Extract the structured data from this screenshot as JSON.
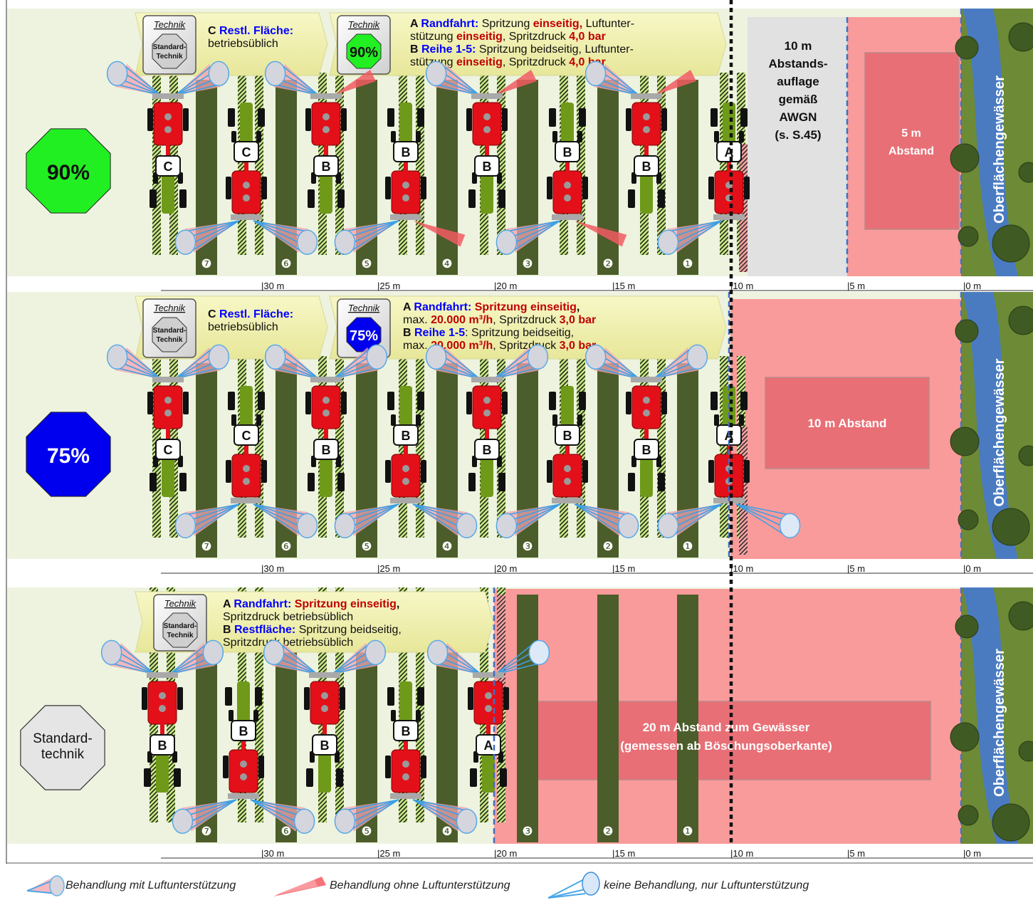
{
  "colors": {
    "field_bg": "#edf3df",
    "row_dark": "#4b5d2a",
    "buffer_grey": "#e1e1e1",
    "buffer_pink": "#f99b9b",
    "box_pink": "#e86f76",
    "bank_green": "#6d8a36",
    "water_blue": "#4a7bc1",
    "tractor_red": "#e3101a",
    "tractor_green": "#6f9a19",
    "octagon_green": "#22ef22",
    "octagon_blue": "#0000ee",
    "octagon_grey": "#e5e5e5",
    "text_blue": "#0000ff",
    "text_red": "#c00000",
    "banner_yellow": "#f0f0a6"
  },
  "technik_label": "Technik",
  "standard_badge": [
    "Standard-",
    "Technik"
  ],
  "water_label": "Oberflächengewässer",
  "scale_ticks": [
    "|30 m",
    "|25 m",
    "|20 m",
    "|15 m",
    "|10 m",
    "|5 m",
    "|0 m"
  ],
  "row_numbers": [
    "❼",
    "❻",
    "❺",
    "❹",
    "❸",
    "❷",
    "❶"
  ],
  "panels": [
    {
      "octagon": "90%",
      "banner_left": {
        "letter": "C",
        "title": "Restl. Fläche:",
        "line2": "betriebsüblich"
      },
      "badge_pct": "90%",
      "banner_right": [
        [
          {
            "t": "A ",
            "c": "dark"
          },
          {
            "t": "Randfahrt:",
            "c": "blue"
          },
          {
            "t": " Spritzung ",
            "c": "dark",
            "n": 1
          },
          {
            "t": "einseitig,",
            "c": "red"
          },
          {
            "t": " Luftunter-",
            "c": "dark",
            "n": 1
          }
        ],
        [
          {
            "t": "stützung ",
            "c": "dark",
            "n": 1
          },
          {
            "t": "einseitig",
            "c": "red"
          },
          {
            "t": ", Spritzdruck ",
            "c": "dark",
            "n": 1
          },
          {
            "t": "4,0 bar",
            "c": "red"
          }
        ],
        [
          {
            "t": "B ",
            "c": "dark"
          },
          {
            "t": "Reihe 1-5:",
            "c": "blue"
          },
          {
            "t": " Spritzung beidseitig, Luftunter-",
            "c": "dark",
            "n": 1
          }
        ],
        [
          {
            "t": "stützung ",
            "c": "dark",
            "n": 1
          },
          {
            "t": "einseitig",
            "c": "red"
          },
          {
            "t": ", Spritzdruck ",
            "c": "dark",
            "n": 1
          },
          {
            "t": "4,0 bar",
            "c": "red"
          }
        ]
      ],
      "grey_zone_lines": [
        "10 m",
        "Abstands-",
        "auflage",
        "gemäß",
        "AWGN",
        "(s. S.45)"
      ],
      "box_lines": [
        "5 m",
        "Abstand"
      ],
      "tractor_letters": [
        "C",
        "C",
        "B",
        "B",
        "B",
        "B",
        "B",
        "A"
      ]
    },
    {
      "octagon": "75%",
      "banner_left": {
        "letter": "C",
        "title": "Restl. Fläche:",
        "line2": "betriebsüblich"
      },
      "badge_pct": "75%",
      "banner_right": [
        [
          {
            "t": "A ",
            "c": "dark"
          },
          {
            "t": "Randfahrt:",
            "c": "blue"
          },
          {
            "t": " Spritzung einseitig",
            "c": "red"
          },
          {
            "t": ",",
            "c": "dark"
          }
        ],
        [
          {
            "t": "max. ",
            "c": "dark",
            "n": 1
          },
          {
            "t": "20.000 m³/h",
            "c": "red"
          },
          {
            "t": ", Spritzdruck ",
            "c": "dark",
            "n": 1
          },
          {
            "t": "3,0 bar",
            "c": "red"
          }
        ],
        [
          {
            "t": "B ",
            "c": "dark"
          },
          {
            "t": "Reihe 1-5",
            "c": "blue"
          },
          {
            "t": ": Spritzung beidseitig,",
            "c": "dark",
            "n": 1
          }
        ],
        [
          {
            "t": "max. ",
            "c": "dark",
            "n": 1
          },
          {
            "t": "20.000 m³/h",
            "c": "red"
          },
          {
            "t": ", Spritzdruck ",
            "c": "dark",
            "n": 1
          },
          {
            "t": "3,0 bar",
            "c": "red"
          }
        ]
      ],
      "box_lines": [
        "10 m Abstand"
      ],
      "tractor_letters": [
        "C",
        "C",
        "B",
        "B",
        "B",
        "B",
        "B",
        "A"
      ]
    },
    {
      "octagon_lines": [
        "Standard-",
        "technik"
      ],
      "banner_right": [
        [
          {
            "t": "A ",
            "c": "dark"
          },
          {
            "t": "Randfahrt: ",
            "c": "blue"
          },
          {
            "t": "Spritzung einseitig",
            "c": "red"
          },
          {
            "t": ",",
            "c": "dark"
          }
        ],
        [
          {
            "t": "Spritzdruck betriebsüblich",
            "c": "dark",
            "n": 1
          }
        ],
        [
          {
            "t": "B ",
            "c": "dark"
          },
          {
            "t": "Restfläche:",
            "c": "blue"
          },
          {
            "t": " Spritzung beidseitig,",
            "c": "dark",
            "n": 1
          }
        ],
        [
          {
            "t": "Spritzdruck betriebsüblich",
            "c": "dark",
            "n": 1
          }
        ]
      ],
      "box_lines": [
        "20 m Abstand zum Gewässer",
        "(gemessen ab Böschungsoberkante)"
      ],
      "tractor_letters": [
        "B",
        "B",
        "B",
        "B",
        "A"
      ]
    }
  ],
  "legend": [
    {
      "icon": "spray-with-air-icon",
      "label": "Behandlung mit Luftunterstützung"
    },
    {
      "icon": "spray-without-air-icon",
      "label": "Behandlung ohne Luftunterstützung"
    },
    {
      "icon": "air-only-icon",
      "label": "keine Behandlung, nur Luftunterstützung"
    }
  ]
}
